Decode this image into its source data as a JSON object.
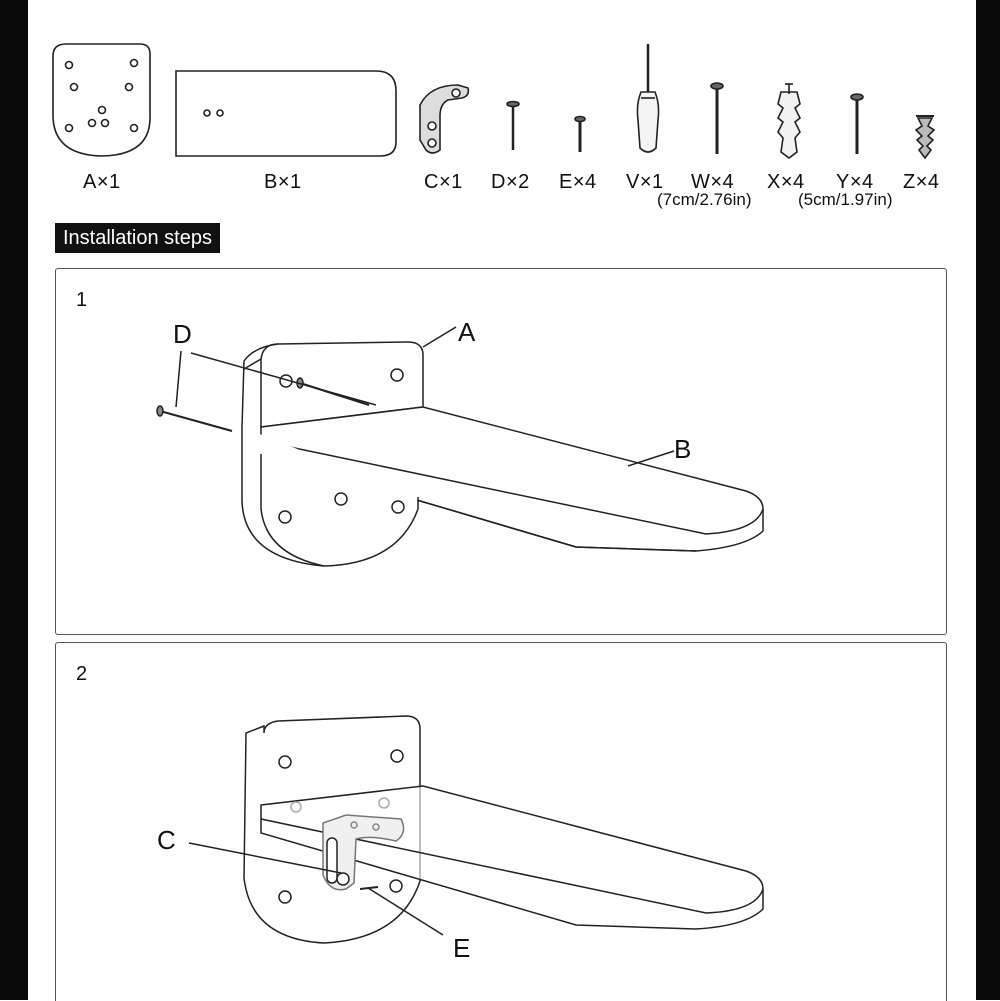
{
  "parts": [
    {
      "label": "A×1",
      "icon": "mounting-plate-icon"
    },
    {
      "label": "B×1",
      "icon": "shelf-board-icon"
    },
    {
      "label": "C×1",
      "icon": "l-bracket-icon"
    },
    {
      "label": "D×2",
      "icon": "nail-icon"
    },
    {
      "label": "E×4",
      "icon": "short-screw-icon"
    },
    {
      "label": "V×1",
      "icon": "screwdriver-icon"
    },
    {
      "label": "W×4",
      "sublabel": "(7cm/2.76in)",
      "icon": "long-screw-icon"
    },
    {
      "label": "X×4",
      "icon": "wall-anchor-icon"
    },
    {
      "label": "Y×4",
      "sublabel": "(5cm/1.97in)",
      "icon": "medium-screw-icon"
    },
    {
      "label": "Z×4",
      "icon": "drywall-anchor-icon"
    }
  ],
  "steps_heading": "Installation steps",
  "steps": [
    {
      "number": "1",
      "callouts": [
        "D",
        "A",
        "B"
      ]
    },
    {
      "number": "2",
      "callouts": [
        "C",
        "E"
      ]
    }
  ]
}
